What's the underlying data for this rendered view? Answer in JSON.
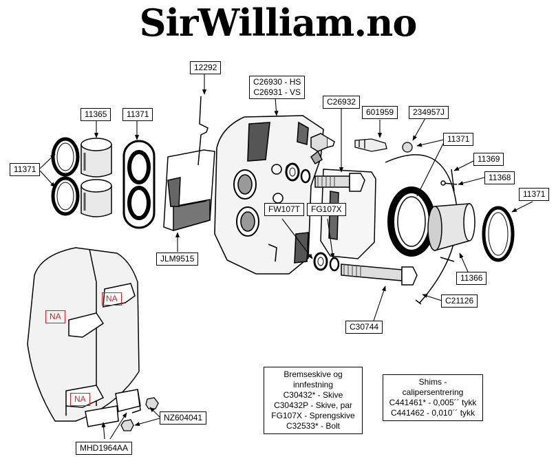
{
  "title": "SirWilliam.no",
  "labels": {
    "p12292": "12292",
    "p11365": "11365",
    "p11371_top": "11371",
    "p11371_left": "11371",
    "p11371_right_top": "11371",
    "p11371_right": "11371",
    "c26930": "C26930 - HS",
    "c26931": "C26931 - VS",
    "c26932": "C26932",
    "p601959": "601959",
    "p234957j": "234957J",
    "p11369": "11369",
    "p11368": "11368",
    "fw107t": "FW107T",
    "fg107x": "FG107X",
    "jlm9515": "JLM9515",
    "p11366": "11366",
    "c21126": "C21126",
    "c30744": "C30744",
    "nz604041": "NZ604041",
    "mhd1964aa": "MHD1964AA"
  },
  "na_labels": [
    "NA",
    "NA",
    "NA"
  ],
  "brake_note": {
    "title": "Bremseskive og innfestning",
    "lines": [
      "C30432* - Skive",
      "C30432P - Skive, par",
      "FG107X - Sprengskive",
      "C32533* - Bolt"
    ]
  },
  "shims_note": {
    "title": "Shims - calipersentrering",
    "lines": [
      "C441461* - 0,005´´ tykk",
      "C441462 - 0,010´´ tykk"
    ]
  }
}
